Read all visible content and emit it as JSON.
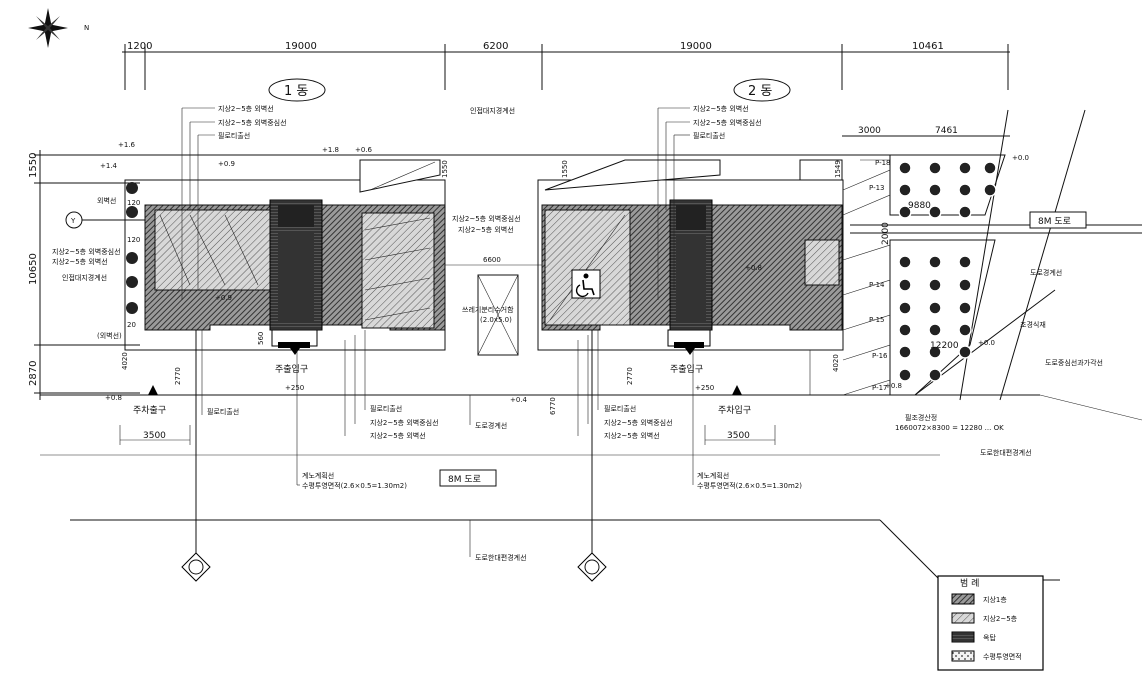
{
  "dims_top": [
    "1200",
    "19000",
    "6200",
    "19000",
    "10461"
  ],
  "dims_right_top": [
    "3000",
    "7461"
  ],
  "dims_left": [
    "1550",
    "10650",
    "2870"
  ],
  "dims_misc": {
    "d1550_2": "1550",
    "d1549": "1549",
    "d9880": "9880",
    "d2000": "2000",
    "d6600": "6600",
    "d12200": "12200",
    "d4020a": "4020",
    "d4020b": "4020",
    "d2770a": "2770",
    "d2770b": "2770",
    "d6770": "6770",
    "d3500a": "3500",
    "d3500b": "3500",
    "d560": "560",
    "d120a": "120",
    "d120b": "120",
    "d20": "20"
  },
  "buildings": {
    "b1": "1 동",
    "b2": "2 동"
  },
  "roads": {
    "top_right": "8M 도로",
    "bottom": "8M 도로"
  },
  "entries": {
    "exit1": "주차출구",
    "entry1": "주출입구",
    "entry2": "주출입구",
    "park_in": "주차입구"
  },
  "levels": {
    "l1": "+1.6",
    "l2": "+1.4",
    "l3": "+0.9",
    "l4": "+1.8",
    "l5": "+0.6",
    "l6": "+0.8",
    "l7": "+0.4",
    "l8": "+250",
    "l9": "+250",
    "l10": "+0.0",
    "l11": "+0.0",
    "l12": "+0.8"
  },
  "labels_b1": [
    "지상2~5층 외벽선",
    "지상2~5층 외벽중심선",
    "필로티출선",
    "외벽선",
    "지상2~5층 외벽중심선",
    "지상2~5층 외벽선",
    "인접대지경계선",
    "(외벽선)",
    "필로티출선",
    "필로티출선",
    "지상2~5층 외벽중심선",
    "지상2~5층 외벽선"
  ],
  "labels_mid": [
    "인접대지경계선",
    "지상2~5층 외벽중심선",
    "지상2~5층 외벽선",
    "쓰레기분리수거함",
    "(2.0x5.0)"
  ],
  "labels_b2": [
    "지상2~5층 외벽선",
    "지상2~5층 외벽중심선",
    "필로티출선",
    "필로티출선",
    "지상2~5층 외벽중심선",
    "지상2~5층 외벽선"
  ],
  "labels_road": [
    "도로경계선",
    "도로한대편경계선",
    "도로한대편경계선"
  ],
  "labels_bottom": {
    "a1": "계노계획선",
    "a2": "수평투영면적(2.6×0.5=1.30m2)",
    "b1": "계노계획선",
    "b2": "수평투영면적(2.6×0.5=1.30m2)"
  },
  "parking": [
    "P-13",
    "P-14",
    "P-15",
    "P-16",
    "P-17",
    "P-18"
  ],
  "labels_right": [
    "도로경계선",
    "조경식재",
    "도로중심선과가각선",
    "필조경산정",
    "1660072×8300 = 12280 ... OK"
  ],
  "legend": {
    "title": "범 례",
    "items": [
      "지상1층",
      "지상2~5층",
      "옥탑",
      "수평투영면적"
    ]
  }
}
